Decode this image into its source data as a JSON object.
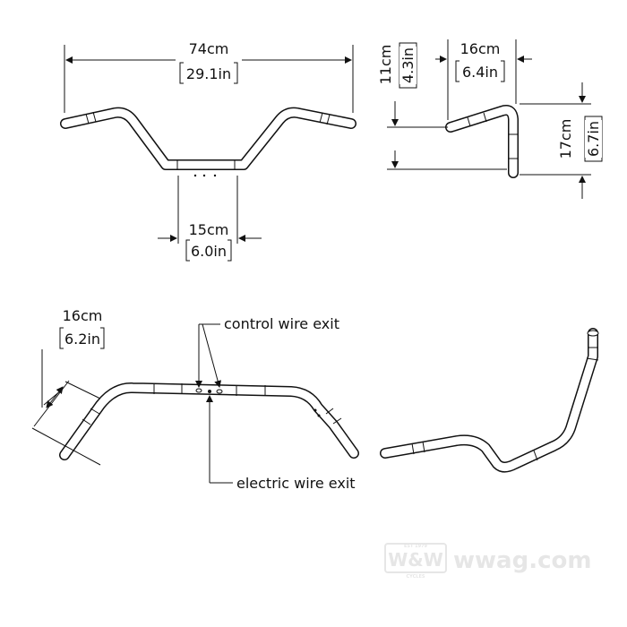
{
  "front_view": {
    "width_label": "74cm",
    "width_label_in": "29.1in",
    "center_label": "15cm",
    "center_label_in": "6.0in"
  },
  "side_view": {
    "pullback_label": "16cm",
    "pullback_label_in": "6.4in",
    "rise_label": "17cm",
    "rise_label_in": "6.7in",
    "height_label": "11cm",
    "height_label_in": "4.3in"
  },
  "angled_view": {
    "depth_label": "16cm",
    "depth_label_in": "6.2in",
    "control_wire_label": "control wire exit",
    "electric_wire_label": "electric wire exit"
  },
  "watermark": {
    "logo": "W&W",
    "logo_top": "EST 1979",
    "logo_bottom": "CYCLES",
    "site": "wwag.com"
  },
  "colors": {
    "line": "#111111",
    "background": "#ffffff",
    "watermark": "#e6e6e6"
  }
}
